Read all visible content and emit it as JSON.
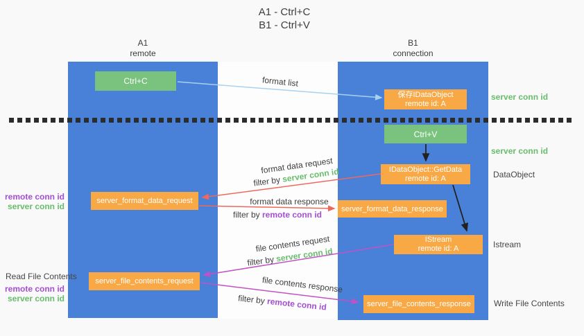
{
  "colors": {
    "background": "#f9f9f9",
    "column-blue": "#4a81d8",
    "box-green": "#79c37e",
    "box-orange": "#f8a845",
    "green-label": "#68bd6c",
    "purple-label": "#a44ed2",
    "arrow-lightblue": "#a6d2ef",
    "arrow-red": "#f0685c",
    "arrow-magenta": "#c251c5",
    "arrow-black": "#222222"
  },
  "title": {
    "line1": "A1 - Ctrl+C",
    "line2": "B1 - Ctrl+V"
  },
  "lanes": {
    "left": {
      "name": "A1",
      "role": "remote"
    },
    "right": {
      "name": "B1",
      "role": "connection"
    }
  },
  "nodes": {
    "ctrl_c": {
      "label": "Ctrl+C"
    },
    "ctrl_v": {
      "label": "Ctrl+V"
    },
    "save_idataobject": {
      "line1": "保存IDataObject",
      "line2": "remote id: A"
    },
    "idataobject_getdata": {
      "line1": "IDataObject::GetData",
      "line2": "remote id: A"
    },
    "istream": {
      "line1": "IStream",
      "line2": "remote id: A"
    },
    "server_format_data_request": {
      "label": "server_format_data_request"
    },
    "server_format_data_response": {
      "label": "server_format_data_response"
    },
    "server_file_contents_request": {
      "label": "server_file_contents_request"
    },
    "server_file_contents_response": {
      "label": "server_file_contents_response"
    }
  },
  "edge_labels": {
    "format_list": "format list",
    "format_data_request": "format data request",
    "format_data_response": "format data response",
    "file_contents_request": "file contents request",
    "file_contents_response": "file contents response",
    "filter_by_server_1": {
      "prefix": "filter by ",
      "key": "server conn id"
    },
    "filter_by_remote_1": {
      "prefix": "filter by ",
      "key": "remote conn id"
    },
    "filter_by_server_2": {
      "prefix": "filter by ",
      "key": "server conn id"
    },
    "filter_by_remote_2": {
      "prefix": "filter by ",
      "key": "remote conn id"
    }
  },
  "annotations": {
    "server_conn_id_top": "server conn id",
    "server_conn_id_mid": "server conn id",
    "dataobject": "DataObject",
    "istream": "Istream",
    "write_file_contents": "Write File Contents",
    "read_file_contents": "Read File Contents",
    "remote_conn_id_1": "remote conn id",
    "server_conn_id_left_1": "server conn id",
    "remote_conn_id_2": "remote conn id",
    "server_conn_id_left_2": "server conn id"
  }
}
